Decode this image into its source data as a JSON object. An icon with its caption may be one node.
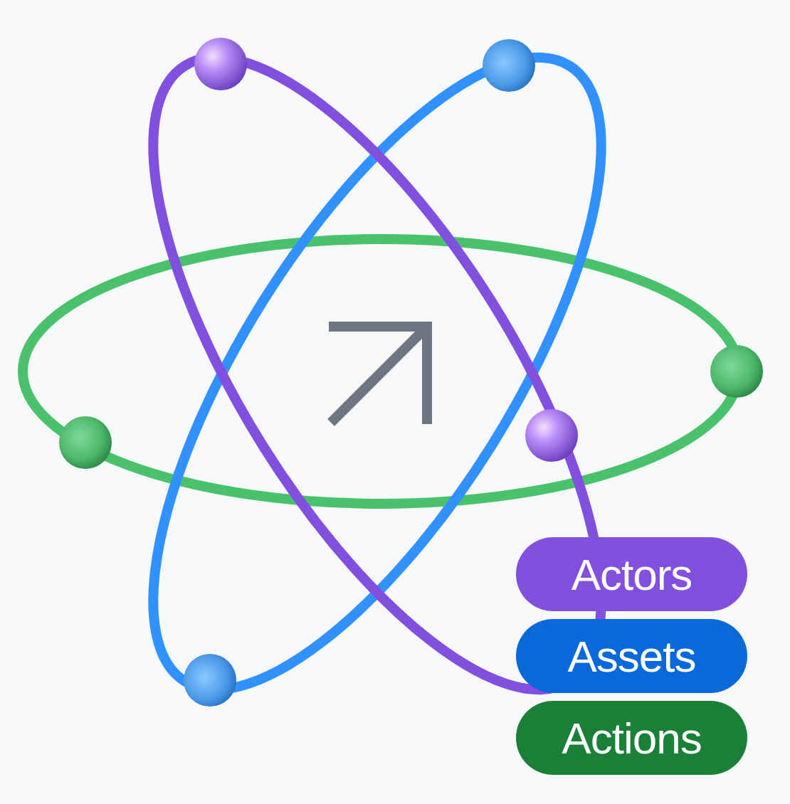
{
  "diagram": {
    "legend": [
      {
        "text": "Actors",
        "color": "#8250df"
      },
      {
        "text": "Assets",
        "color": "#0969da"
      },
      {
        "text": "Actions",
        "color": "#1a7f37"
      }
    ]
  }
}
